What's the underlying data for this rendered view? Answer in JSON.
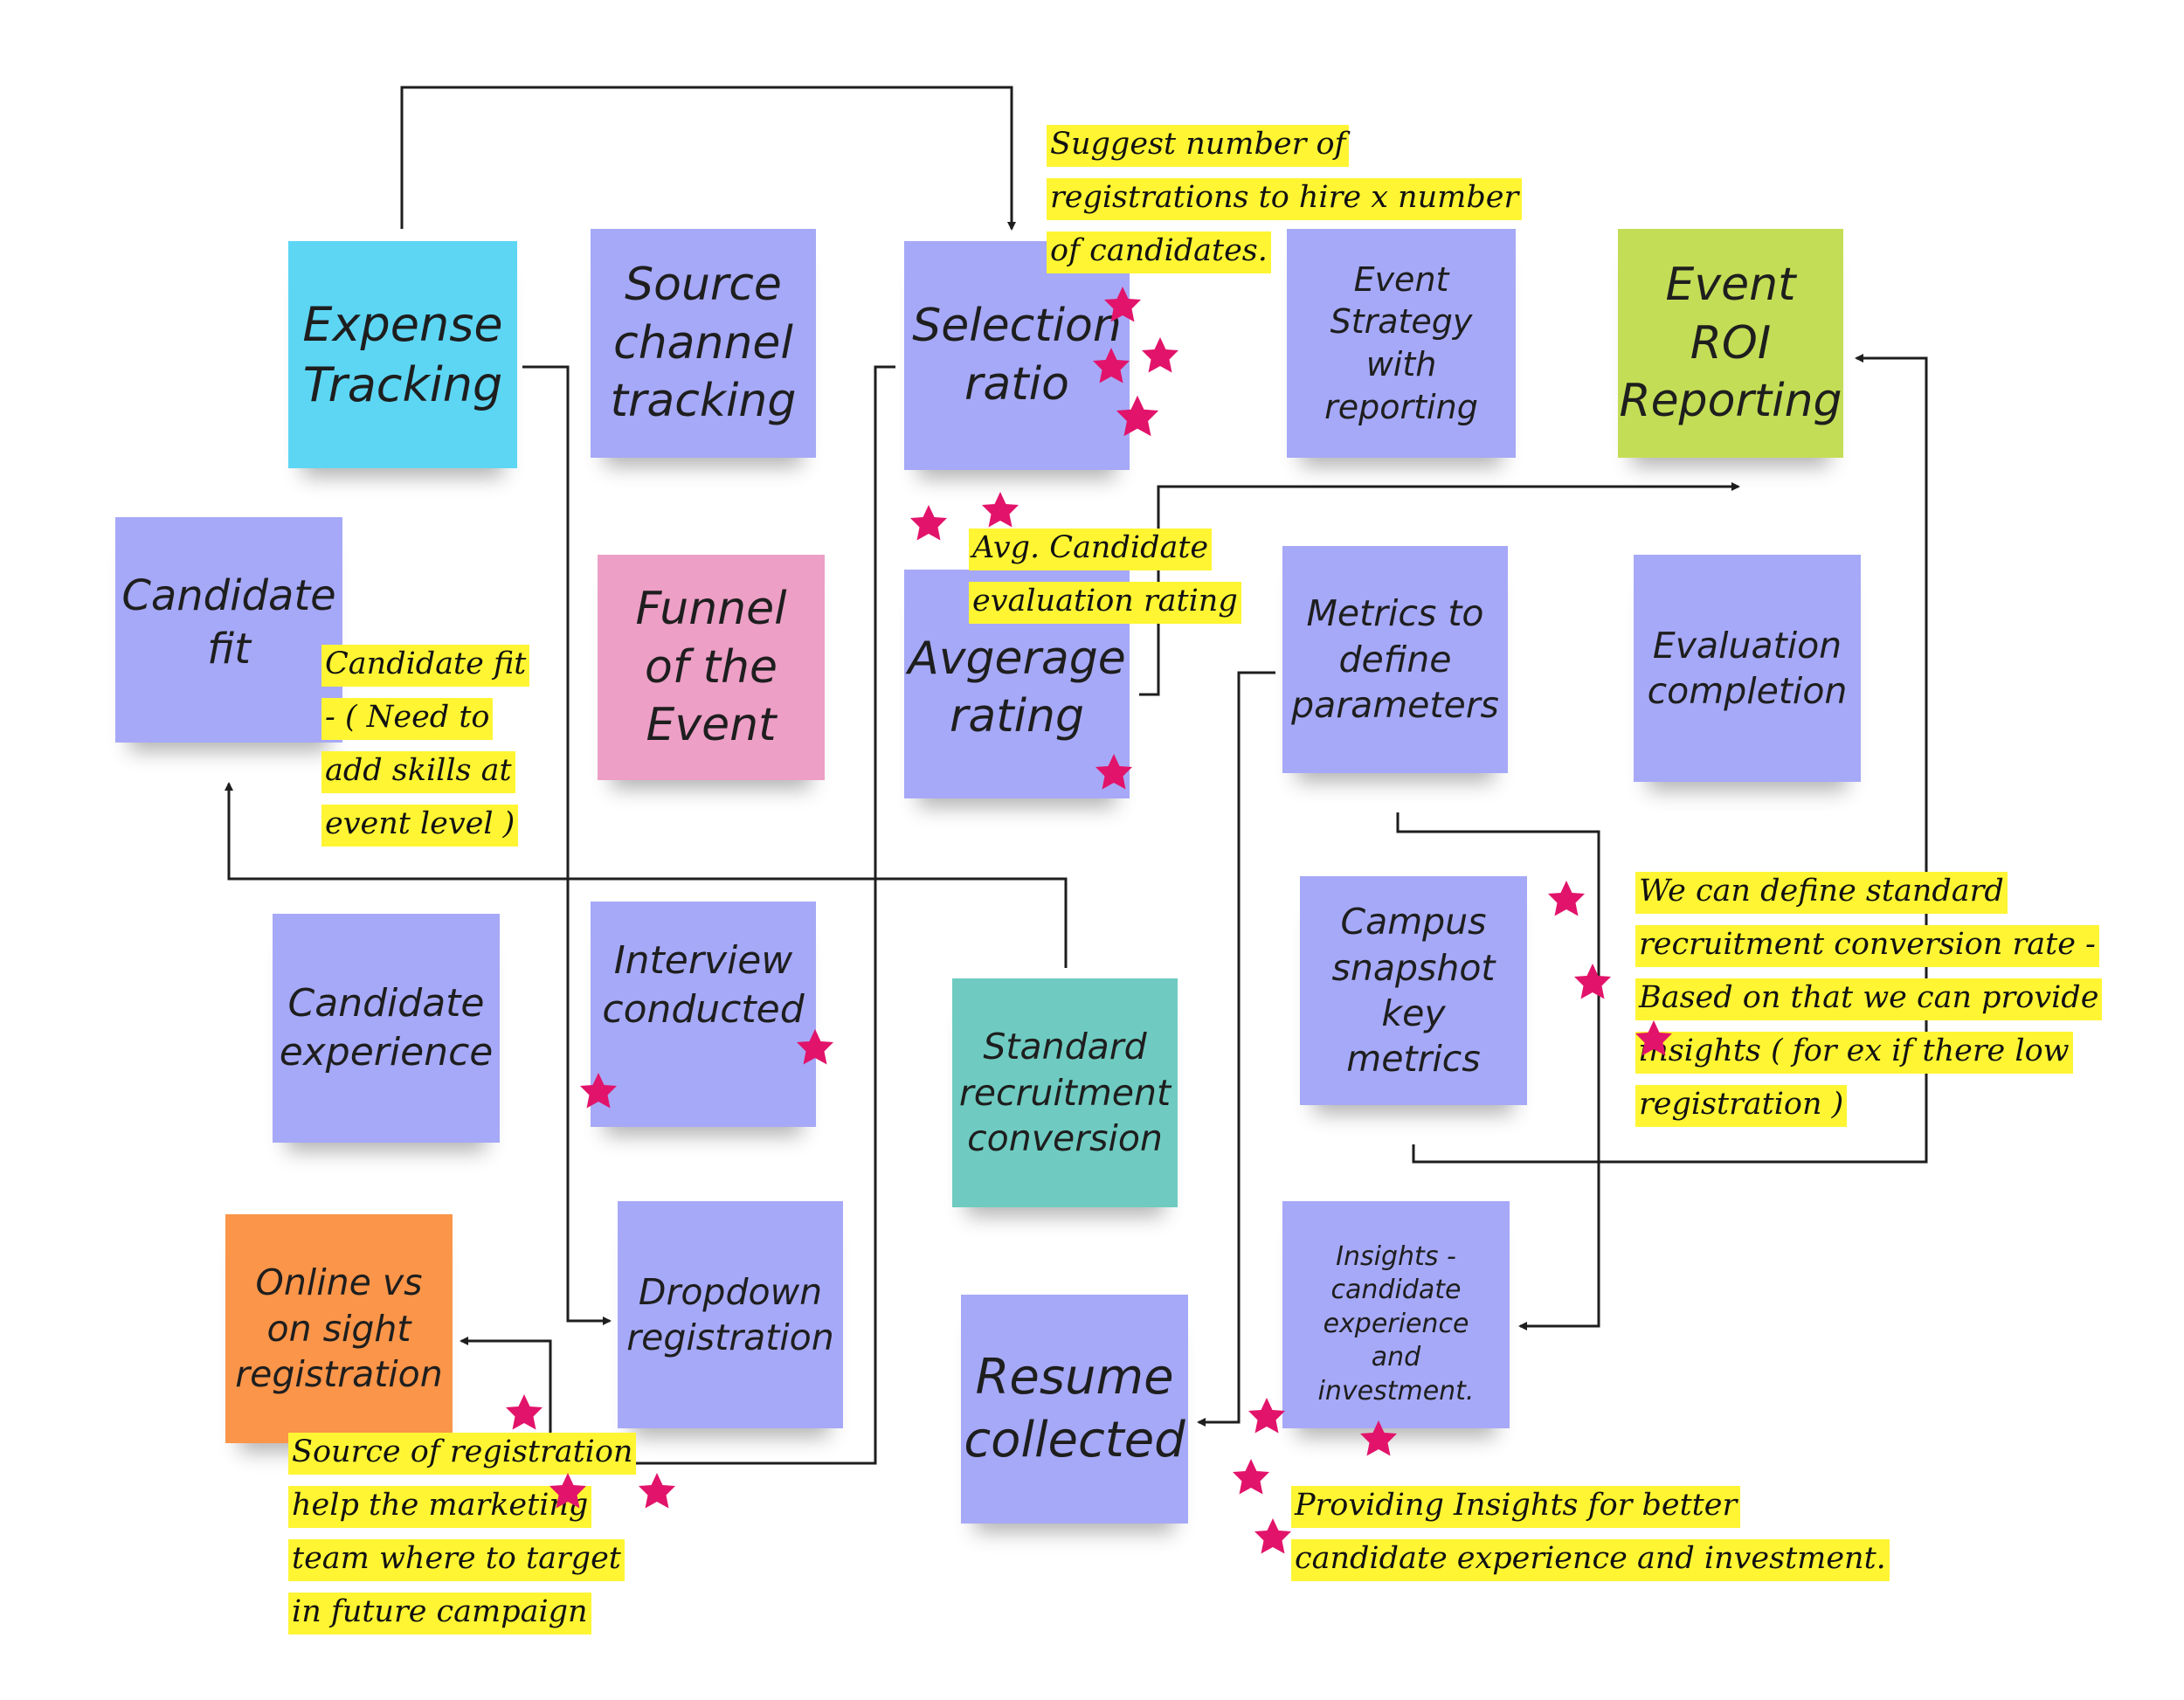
{
  "colors": {
    "periwinkle": "#a6a9f7",
    "cyan": "#5dd6f4",
    "lime": "#c4dd56",
    "pink": "#ed9fc6",
    "teal": "#6fcbc1",
    "orange": "#fa9549",
    "highlight": "#fff533",
    "star": "#e2136a",
    "connector": "#1e1e1e"
  },
  "stickies": {
    "expense_tracking": "Expense Tracking",
    "source_channel_tracking": "Source channel tracking",
    "selection_ratio": "Selection ratio",
    "event_strategy_reporting": "Event Strategy with reporting",
    "event_roi_reporting": "Event ROI Reporting",
    "candidate_fit": "Candidate fit",
    "funnel_of_the_event": "Funnel of the Event",
    "avgerage_rating": "Avgerage rating",
    "metrics_define_parameters": "Metrics to define parameters",
    "evaluation_completion": "Evaluation completion",
    "candidate_experience": "Candidate experience",
    "interview_conducted": "Interview conducted",
    "standard_recruitment_conversion": "Standard recruitment conversion",
    "campus_snapshot_key_metrics": "Campus snapshot key metrics",
    "online_vs_onsight_registration": "Online vs on sight registration",
    "dropdown_registration": "Dropdown registration",
    "resume_collected": "Resume collected",
    "insights_candidate_experience_investment": "Insights - candidate experience and investment."
  },
  "annotations": {
    "suggest_registrations": [
      "Suggest number of",
      "registrations to hire x number",
      "of candidates."
    ],
    "avg_candidate_rating": [
      "Avg. Candidate",
      "evaluation rating"
    ],
    "candidate_fit_note": [
      "Candidate fit",
      "- ( Need to",
      "add skills at",
      "event level )"
    ],
    "standard_conversion_note": [
      "We can define standard",
      "recruitment conversion rate -",
      "Based on that we can provide",
      "insights ( for ex if there low",
      "registration )"
    ],
    "source_of_registration": [
      "Source of registration",
      "help the marketing",
      "team where to target",
      "in future campaign"
    ],
    "providing_insights": [
      "Providing Insights for better",
      "candidate experience and investment."
    ]
  }
}
